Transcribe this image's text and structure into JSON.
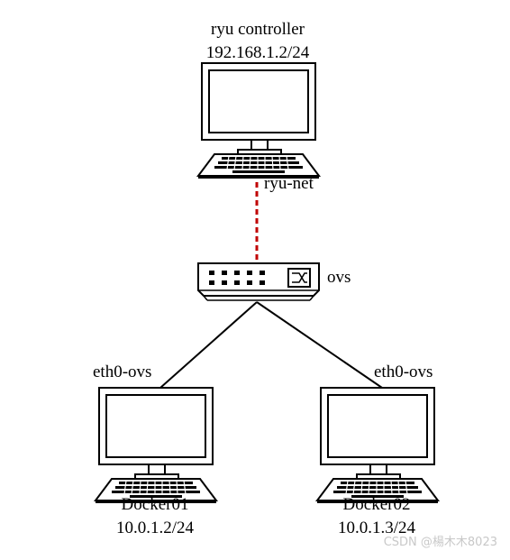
{
  "controller": {
    "name": "ryu controller",
    "ip": "192.168.1.2/24",
    "icon": "computer-icon"
  },
  "link_controller_switch": {
    "label": "ryu-net",
    "style": "dashed",
    "color": "#c00000"
  },
  "switch": {
    "label": "ovs",
    "icon": "network-switch-icon"
  },
  "hosts": [
    {
      "name": "Docker01",
      "ip": "10.0.1.2/24",
      "interface": "eth0-ovs",
      "icon": "computer-icon"
    },
    {
      "name": "Docker02",
      "ip": "10.0.1.3/24",
      "interface": "eth0-ovs",
      "icon": "computer-icon"
    }
  ],
  "watermark": "CSDN @楊木木8023"
}
